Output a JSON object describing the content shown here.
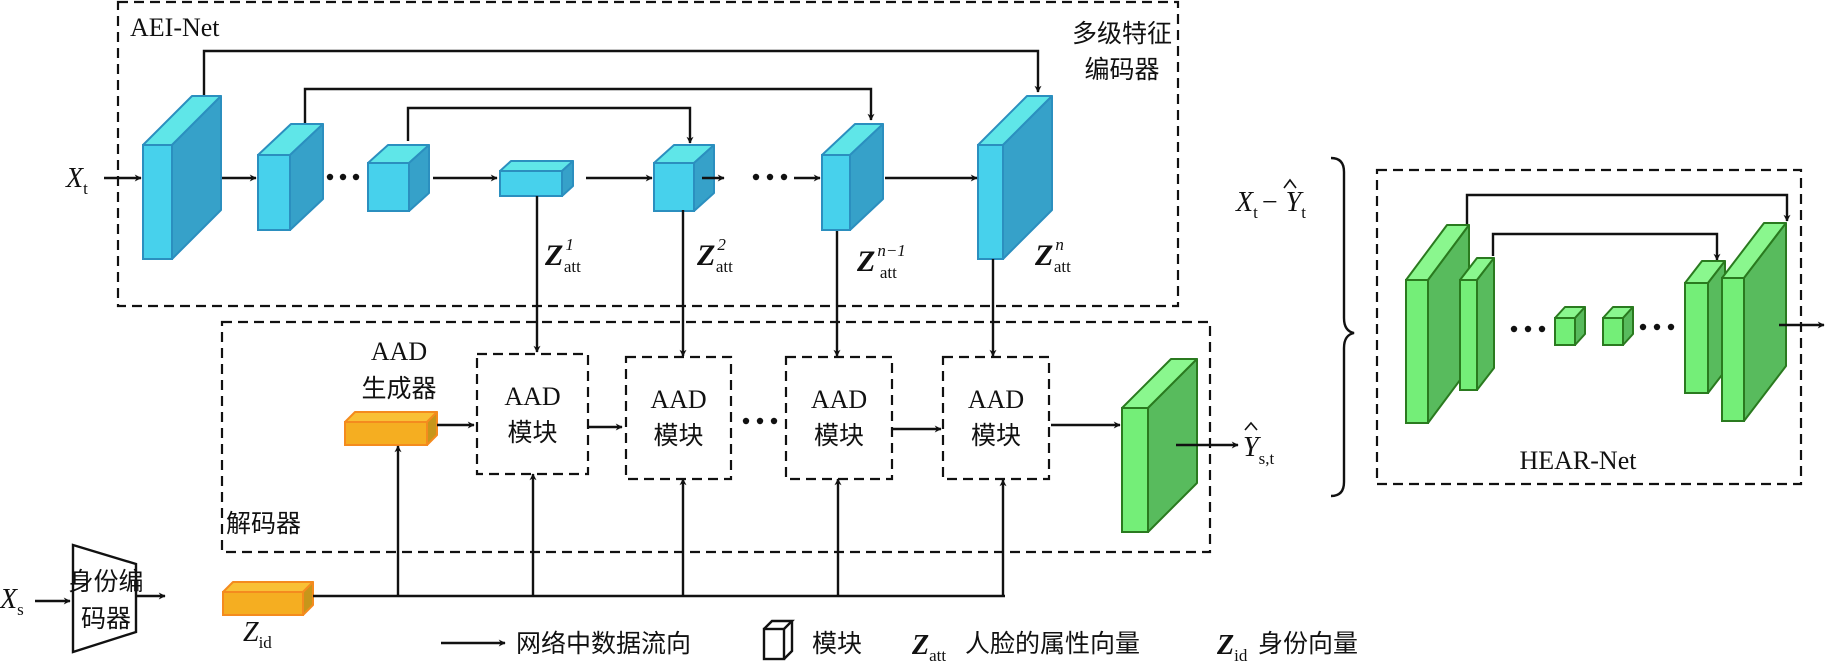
{
  "colors": {
    "encoder_front": "#47d1ec",
    "encoder_top": "#5fe6e8",
    "encoder_side": "#36a1c9",
    "encoder_stroke": "#2b8fbf",
    "green_front": "#74ee78",
    "green_top": "#8af78e",
    "green_side": "#58bb5d",
    "green_stroke": "#2a7a1f",
    "orange_front": "#f5ae21",
    "orange_top": "#f9c035",
    "orange_side": "#c7961a",
    "orange_stroke": "#f48b1e",
    "line": "#111111"
  },
  "aei_net": {
    "title": "AEI-Net",
    "encoder_label_line1": "多级特征",
    "encoder_label_line2": "编码器",
    "input_label": "X",
    "input_sub": "t",
    "z_att": [
      {
        "main": "Z",
        "sup": "1",
        "sub": "att"
      },
      {
        "main": "Z",
        "sup": "2",
        "sub": "att"
      },
      {
        "main": "Z",
        "sup": "n−1",
        "sub": "att"
      },
      {
        "main": "Z",
        "sup": "n",
        "sub": "att"
      }
    ]
  },
  "decoder": {
    "title": "解码器",
    "generator_line1": "AAD",
    "generator_line2": "生成器",
    "aad_blocks": [
      {
        "line1": "AAD",
        "line2": "模块"
      },
      {
        "line1": "AAD",
        "line2": "模块"
      },
      {
        "line1": "AAD",
        "line2": "模块"
      },
      {
        "line1": "AAD",
        "line2": "模块"
      }
    ],
    "output_label": "Y",
    "output_sub": "s,t",
    "output_hat": "^"
  },
  "identity": {
    "input_label": "X",
    "input_sub": "s",
    "encoder_line1": "身份编",
    "encoder_line2": "码器",
    "z_id_main": "Z",
    "z_id_sub": "id"
  },
  "hear_net": {
    "title": "HEAR-Net",
    "input_x": "X",
    "input_x_sub": "t",
    "minus": "−",
    "input_y": "Y",
    "input_y_sub": "t",
    "hat": "^"
  },
  "legend": {
    "flow": "网络中数据流向",
    "module": "模块",
    "z_att_main": "Z",
    "z_att_sub": "att",
    "z_att_desc": "人脸的属性向量",
    "z_id_main": "Z",
    "z_id_sub": "id",
    "z_id_desc": "身份向量"
  }
}
